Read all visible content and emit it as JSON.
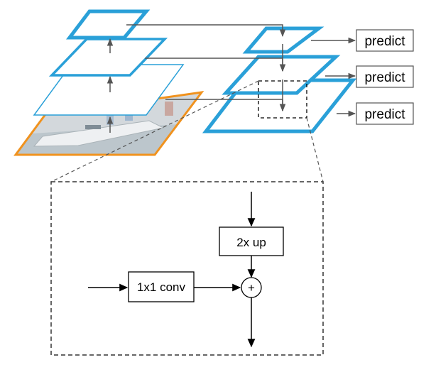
{
  "diagram": {
    "predict_labels": [
      "predict",
      "predict",
      "predict"
    ],
    "upsample_label": "2x up",
    "lateral_conv_label": "1x1 conv",
    "add_symbol": "+"
  },
  "colors": {
    "pyramid_blue": "#2aa0d8",
    "image_border": "#f0921e",
    "arrow_gray": "#555555",
    "line_black": "#000000"
  },
  "icons": {
    "input_image": "boat-photo-thumbnail"
  }
}
